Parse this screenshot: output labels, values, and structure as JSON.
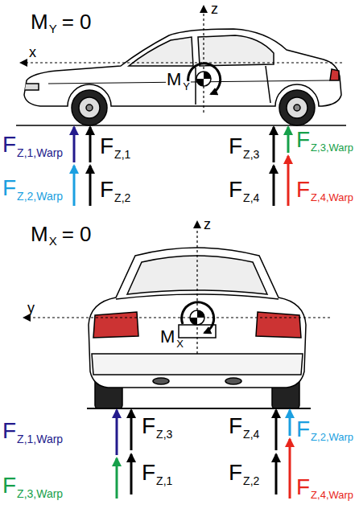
{
  "diagram": {
    "labels": [
      "M",
      "Y",
      "= 0",
      "z",
      "x",
      "M",
      "Y",
      "F",
      "Z,1,Warp",
      "F",
      "Z,2,Warp",
      "F",
      "Z,1",
      "F",
      "Z,2",
      "F",
      "Z,3",
      "F",
      "Z,4",
      "F",
      "Z,3,Warp",
      "F",
      "Z,4,Warp",
      "M",
      "X",
      "= 0",
      "z",
      "y",
      "M",
      "X",
      "F",
      "Z,1,Warp",
      "F",
      "Z,3",
      "F",
      "Z,4",
      "F",
      "Z,2,Warp",
      "F",
      "Z,3,Warp",
      "F",
      "Z,1",
      "F",
      "Z,2",
      "F",
      "Z,4,Warp"
    ]
  }
}
